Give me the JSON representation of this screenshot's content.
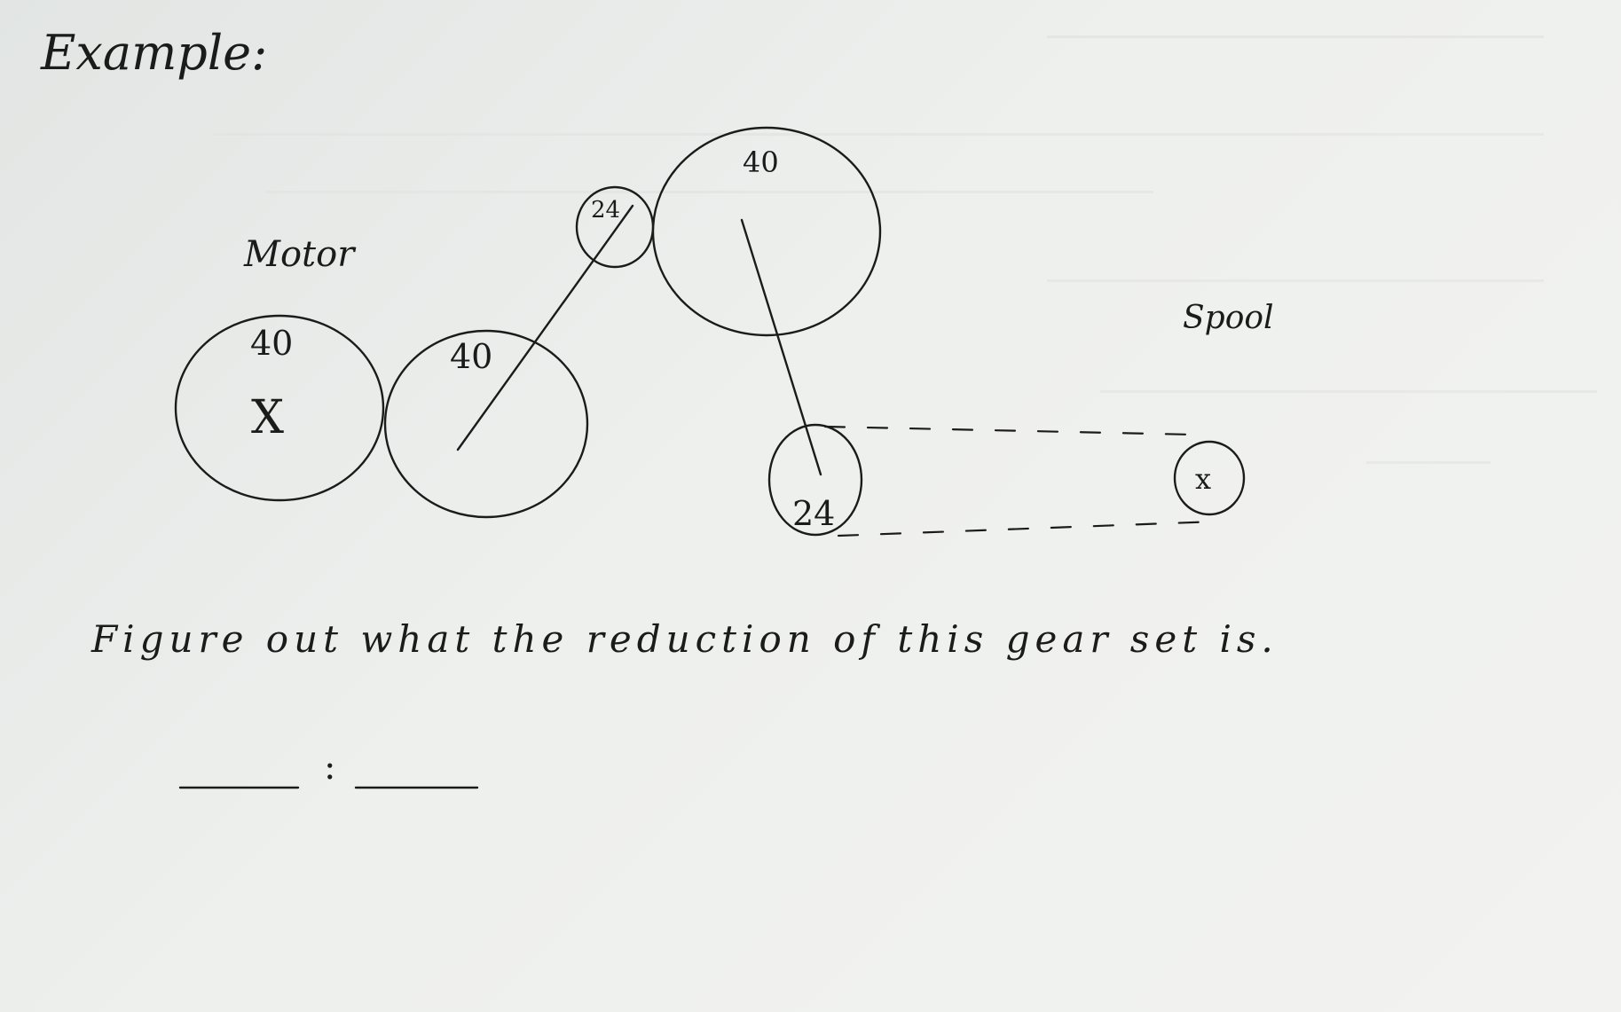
{
  "heading": "Example:",
  "labels": {
    "motor": "Motor",
    "spool": "Spool"
  },
  "gears": {
    "motor_gear": "40",
    "second_gear": "40",
    "small_top_gear": "24",
    "large_top_gear": "40",
    "lower_sprocket": "24"
  },
  "marks": {
    "motor_axle": "X",
    "spool_axle": "x"
  },
  "question": "Figure out what the reduction of this gear set is.",
  "answer_separator": ":",
  "colors": {
    "ink": "#1b1b1b",
    "paper": "#eef0ee"
  }
}
